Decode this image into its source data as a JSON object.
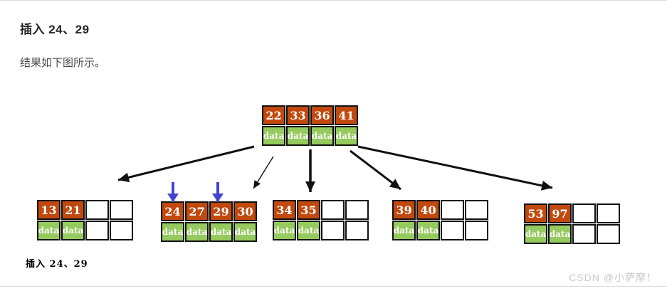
{
  "page": {
    "heading": "插入 24、29",
    "paragraph": "结果如下图所示。",
    "caption": "插入 24、29",
    "watermark": "CSDN @小萨摩！"
  },
  "colors": {
    "key_cell": "#c1490e",
    "data_cell": "#95ca5e",
    "cell_border": "#111111",
    "edge_arrow": "#111111",
    "insert_arrow": "#4343cf",
    "watermark": "#c8c8c8",
    "heading_text": "#252525",
    "body_text": "#4a4a4a"
  },
  "tree": {
    "data_label": "data",
    "root": {
      "keys": [
        "22",
        "33",
        "36",
        "41"
      ]
    },
    "children": [
      {
        "keys": [
          "13",
          "21"
        ]
      },
      {
        "keys": [
          "24",
          "27",
          "29",
          "30"
        ],
        "inserted_keys": [
          "24",
          "29"
        ]
      },
      {
        "keys": [
          "34",
          "35"
        ]
      },
      {
        "keys": [
          "39",
          "40"
        ]
      },
      {
        "keys": [
          "53",
          "97"
        ]
      }
    ]
  }
}
